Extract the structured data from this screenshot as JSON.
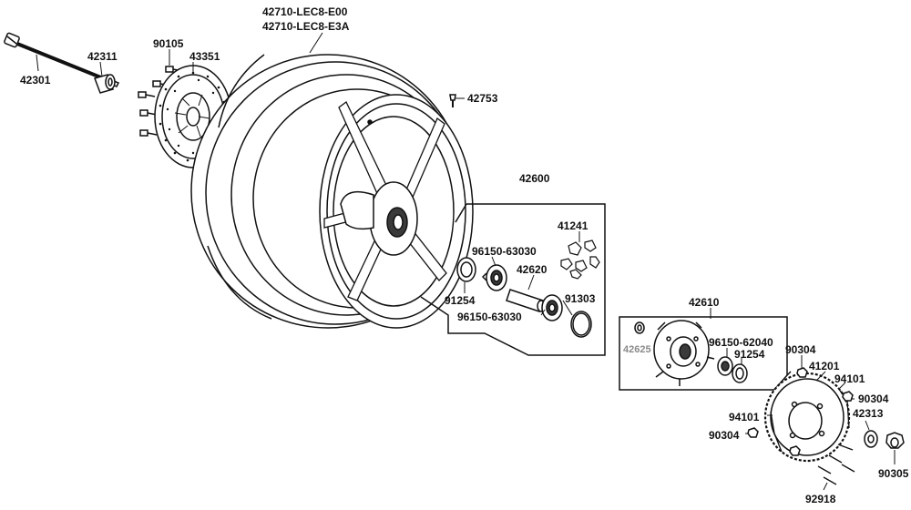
{
  "diagram": {
    "labels": {
      "wheel_a": "42710-LEC8-E00",
      "wheel_b": "42710-LEC8-E3A",
      "axle": "42301",
      "collar_left": "42311",
      "disc_bolt": "90105",
      "brake_disc": "43351",
      "valve": "42753",
      "hub_assy": "42600",
      "hub_damper": "41241",
      "bearing_a": "96150-63030",
      "spacer": "42620",
      "seal_a": "91254",
      "circlip": "91303",
      "bearing_b": "96150-63030",
      "sprocket_flange": "42610",
      "flange_collar": "42625",
      "bearing_c": "96150-62040",
      "seal_b": "91254",
      "nut_a": "90304",
      "sprocket": "41201",
      "plate_a": "94101",
      "nut_b": "90304",
      "plate_b": "94101",
      "collar_right": "42313",
      "nut_c": "90304",
      "axle_nut": "90305",
      "stud": "92918"
    },
    "colors": {
      "line": "#111111",
      "fill": "#ffffff",
      "shade": "#3a3a3a",
      "muted": "#8a8a8a"
    }
  }
}
